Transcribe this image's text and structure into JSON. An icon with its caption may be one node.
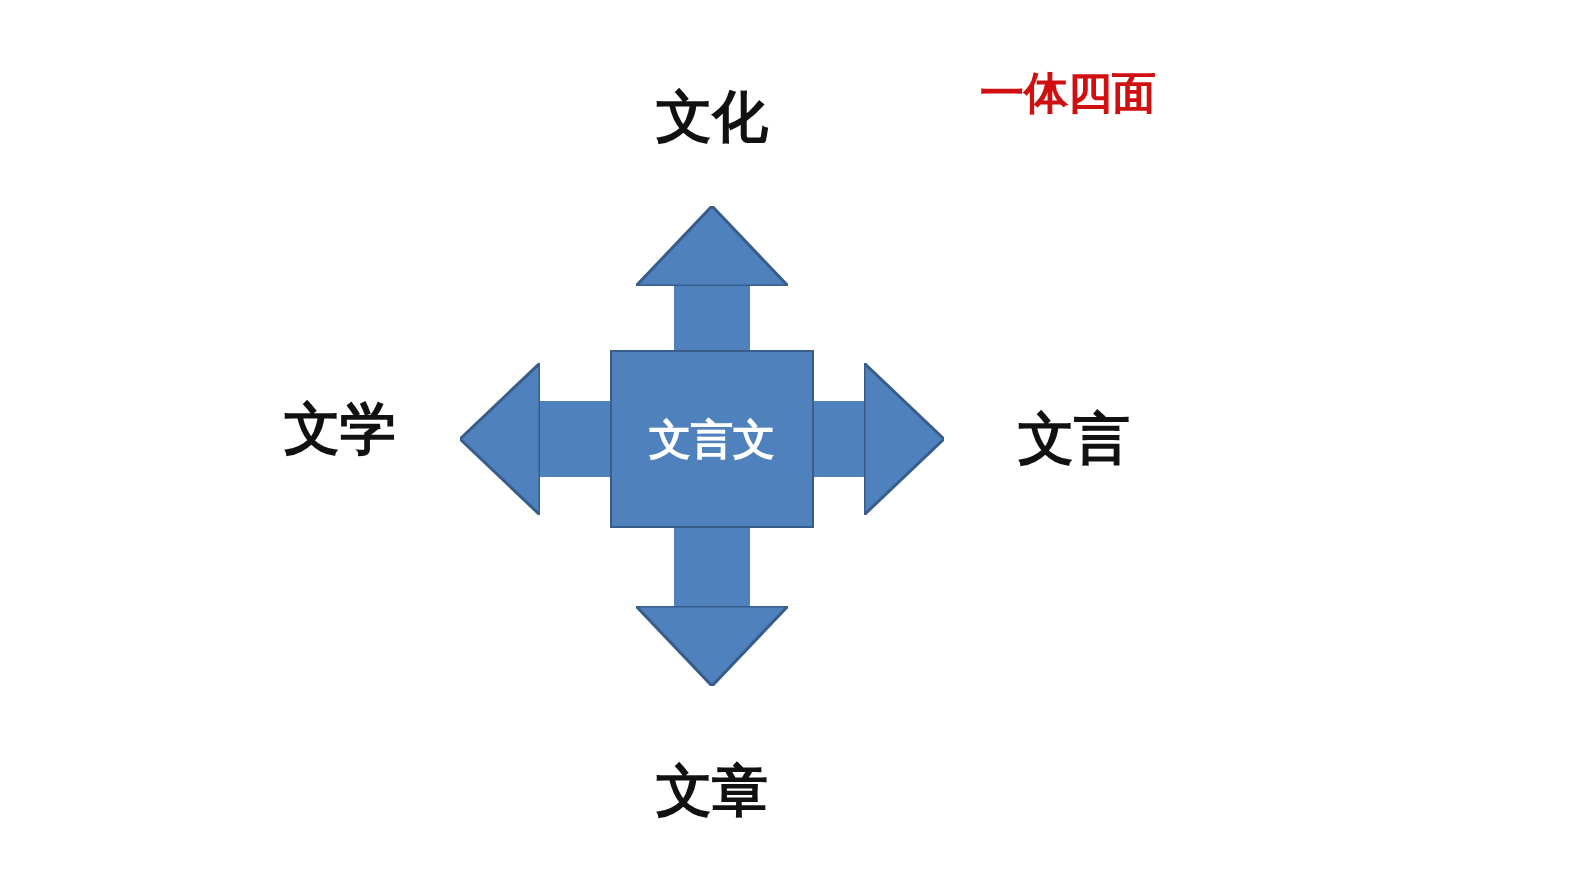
{
  "diagram": {
    "title": "一体四面",
    "nodes": [
      {
        "text": [
          "文言文"
        ]
      },
      {
        "text": [
          "文化"
        ]
      },
      {
        "text": [
          "文学"
        ]
      },
      {
        "text": [
          "文言"
        ]
      },
      {
        "text": [
          "文章"
        ]
      }
    ],
    "edges": [
      {
        "from": 0,
        "to": 1,
        "arrow": "to"
      },
      {
        "from": 0,
        "to": 2,
        "arrow": "to"
      },
      {
        "from": 0,
        "to": 3,
        "arrow": "to"
      },
      {
        "from": 0,
        "to": 4,
        "arrow": "to"
      }
    ]
  }
}
